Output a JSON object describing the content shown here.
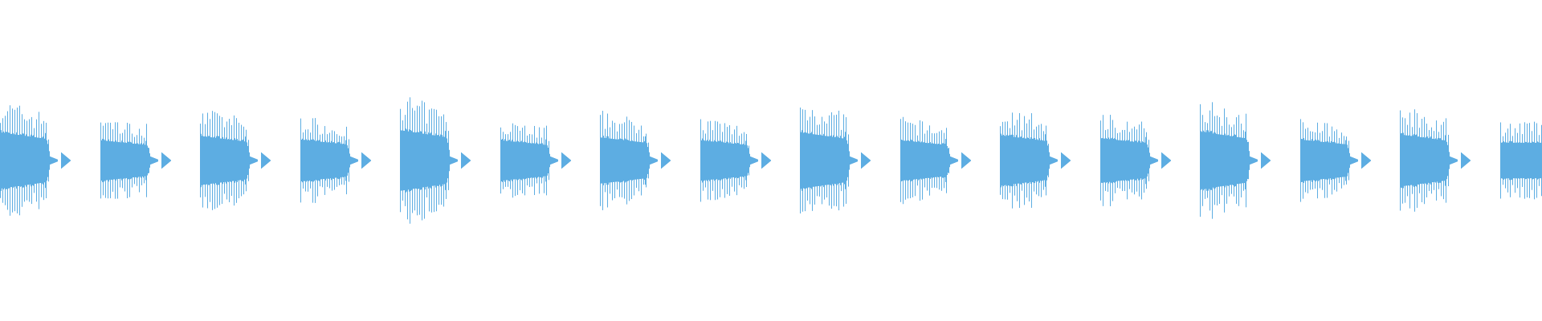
{
  "chart_data": {
    "type": "waveform",
    "title": "",
    "xlabel": "",
    "ylabel": "",
    "axes_visible": false,
    "grid": false,
    "color": "#5dade2",
    "ylim": [
      -1,
      1
    ],
    "bursts": [
      {
        "index": 1,
        "peak_amplitude": 0.39
      },
      {
        "index": 2,
        "peak_amplitude": 0.28
      },
      {
        "index": 3,
        "peak_amplitude": 0.34
      },
      {
        "index": 4,
        "peak_amplitude": 0.29
      },
      {
        "index": 5,
        "peak_amplitude": 0.42
      },
      {
        "index": 6,
        "peak_amplitude": 0.28
      },
      {
        "index": 7,
        "peak_amplitude": 0.32
      },
      {
        "index": 8,
        "peak_amplitude": 0.28
      },
      {
        "index": 9,
        "peak_amplitude": 0.39
      },
      {
        "index": 10,
        "peak_amplitude": 0.28
      },
      {
        "index": 11,
        "peak_amplitude": 0.35
      },
      {
        "index": 12,
        "peak_amplitude": 0.31
      },
      {
        "index": 13,
        "peak_amplitude": 0.4
      },
      {
        "index": 14,
        "peak_amplitude": 0.29
      },
      {
        "index": 15,
        "peak_amplitude": 0.36
      },
      {
        "index": 16,
        "peak_amplitude": 0.29
      }
    ]
  }
}
